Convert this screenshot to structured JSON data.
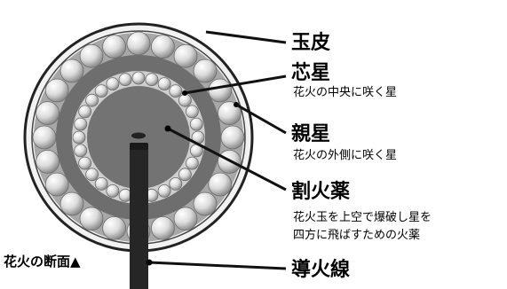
{
  "title": "花火の断面▲",
  "labels": {
    "shell": {
      "name": "玉皮"
    },
    "core_star": {
      "name": "芯星",
      "desc": "花火の中央に咲く星"
    },
    "parent_star": {
      "name": "親星",
      "desc": "花火の外側に咲く星"
    },
    "burst_charge": {
      "name": "割火薬",
      "desc_lines": [
        "花火玉を上空で爆破し星を",
        "四方に飛ばすための火薬"
      ]
    },
    "fuse": {
      "name": "導火線"
    }
  },
  "colors": {
    "shell_fill": "#f2f2f2",
    "burst_fill": "#a8a8a8",
    "core_fill": "#6e6e6e",
    "fuse": "#262626",
    "leader": "#111111"
  }
}
